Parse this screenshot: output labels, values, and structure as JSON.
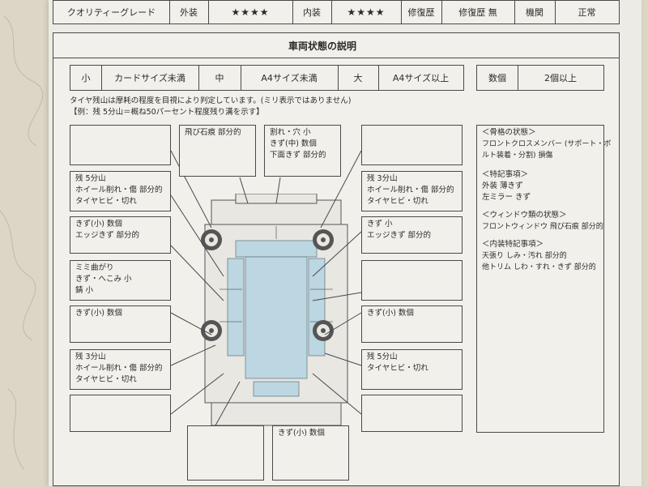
{
  "top_row": {
    "quality_label": "クオリティーグレード",
    "exterior_label": "外装",
    "exterior_value": "★★★★",
    "interior_label": "内装",
    "interior_value": "★★★★",
    "repair_label": "修復歴",
    "repair_value": "修復歴 無",
    "engine_label": "機関",
    "engine_value": "正常"
  },
  "section_title": "車両状態の説明",
  "size_legend": {
    "small": "小",
    "small_desc": "カードサイズ未満",
    "medium": "中",
    "medium_desc": "A4サイズ未満",
    "large": "大",
    "large_desc": "A4サイズ以上",
    "count_label": "数個",
    "count_desc": "2個以上"
  },
  "tire_note": {
    "line1": "タイヤ残山は摩耗の程度を目視により判定しています。(ミリ表示ではありません)",
    "line2": "【例：残 5分山＝概ね50パーセント程度残り溝を示す】"
  },
  "damage": {
    "top_left_mid": [
      "飛び石痕 部分的"
    ],
    "top_center": [
      "割れ・穴 小",
      "きず(中) 数個",
      "下面きず 部分的"
    ],
    "left_front_tire": [
      "残 5分山",
      "ホイール削れ・傷 部分的",
      "タイヤヒビ・切れ"
    ],
    "left_front": [
      "きず(小) 数個",
      "エッジきず 部分的"
    ],
    "left_mid": [
      "ミミ曲がり",
      "きず・へこみ 小",
      "錆 小"
    ],
    "left_rear": [
      "きず(小) 数個"
    ],
    "left_rear_tire": [
      "残 3分山",
      "ホイール削れ・傷 部分的",
      "タイヤヒビ・切れ"
    ],
    "right_front_tire": [
      "残 3分山",
      "ホイール削れ・傷 部分的",
      "タイヤヒビ・切れ"
    ],
    "right_front": [
      "きず 小",
      "エッジきず 部分的"
    ],
    "right_rear": [
      "きず(小) 数個"
    ],
    "right_rear_tire": [
      "残 5分山",
      "タイヤヒビ・切れ"
    ],
    "bottom_center": [
      "きず(小) 数個"
    ]
  },
  "special_notes": {
    "frame_title": "＜骨格の状態＞",
    "frame_lines": [
      "フロントクロスメンバー (サポート・ボ",
      "ルト装着・分割) 損傷"
    ],
    "special_title": "＜特記事項＞",
    "special_lines": [
      "外装 薄きず",
      "左ミラー きず"
    ],
    "window_title": "＜ウィンドウ類の状態＞",
    "window_lines": [
      "フロントウィンドウ 飛び石痕 部分的"
    ],
    "interior_title": "＜内装特記事項＞",
    "interior_lines": [
      "天張り しみ・汚れ 部分的",
      "他トリム しわ・すれ・きず 部分的"
    ]
  },
  "colors": {
    "paper": "#ecebe5",
    "line": "#4a4a4a",
    "car_blue": "#bcd6e2",
    "background": "#dcd6c6"
  }
}
